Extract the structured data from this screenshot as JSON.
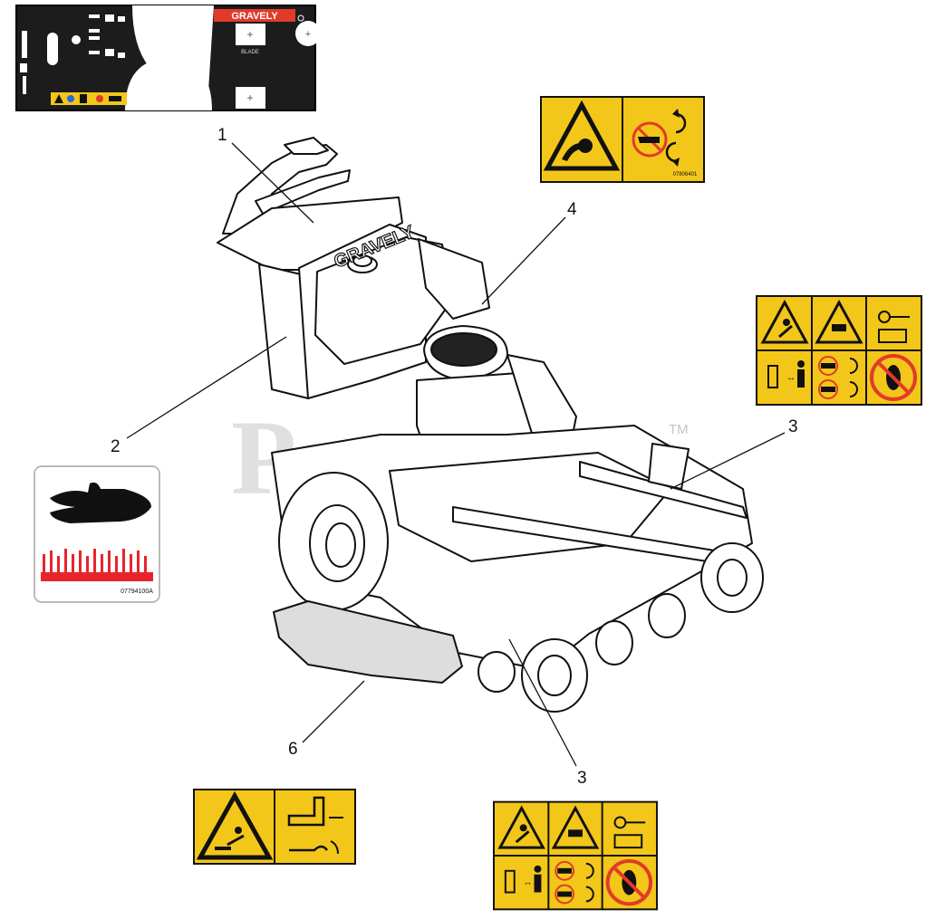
{
  "callouts": {
    "c1": "1",
    "c2": "2",
    "c3a": "3",
    "c3b": "3",
    "c4": "4",
    "c6": "6"
  },
  "watermark": {
    "text": "PartsTree",
    "tm": "TM"
  },
  "control_panel_decal": {
    "brand": "GRAVELY",
    "blade_label": "BLADE",
    "plus_top": "+",
    "plus_bottom": "+",
    "plus_right": "+"
  },
  "decal_codes": {
    "belt_guard": "07806401",
    "hot_surface": "07794100A"
  },
  "mower": {
    "brand_on_tower": "GRAVELY"
  },
  "colors": {
    "decal_yellow": "#f3c61a",
    "hot_red": "#e8242b",
    "ink": "#111111"
  }
}
